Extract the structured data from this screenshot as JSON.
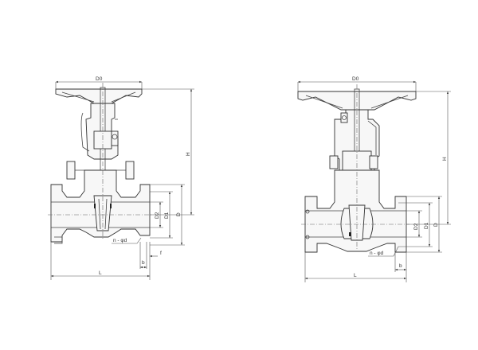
{
  "left_valve": {
    "labels": {
      "D0": "D0",
      "H": "H",
      "D": "D",
      "D1": "D1",
      "D2": "D2",
      "L": "L",
      "b": "b",
      "f": "f",
      "holes": "n - φd"
    }
  },
  "right_valve": {
    "labels": {
      "D0": "D0",
      "H": "H",
      "D": "D",
      "D1": "D1",
      "D2": "D2",
      "L": "L",
      "b": "b",
      "holes": "n - φd"
    }
  }
}
